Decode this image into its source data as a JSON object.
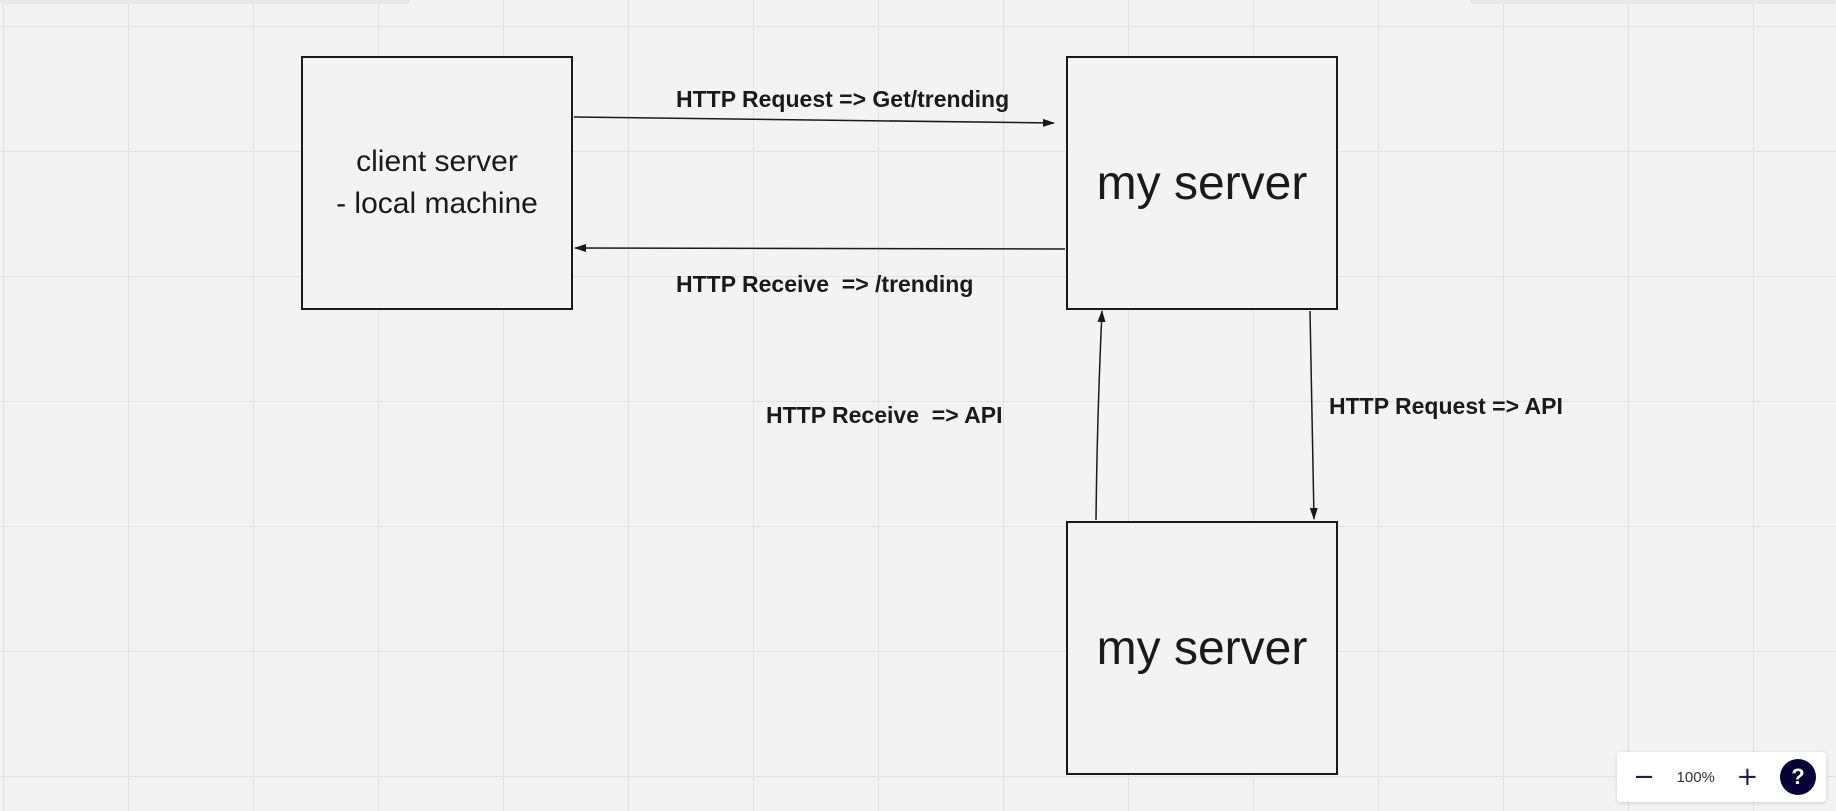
{
  "diagram": {
    "nodes": [
      {
        "id": "client",
        "lines": [
          "client server",
          "- local machine"
        ]
      },
      {
        "id": "server_top",
        "label": "my server"
      },
      {
        "id": "server_bottom",
        "label": "my server"
      }
    ],
    "edges": [
      {
        "from": "client",
        "to": "server_top",
        "label": "HTTP Request => Get/trending"
      },
      {
        "from": "server_top",
        "to": "client",
        "label": "HTTP Receive  => /trending"
      },
      {
        "from": "server_bottom",
        "to": "server_top",
        "label": "HTTP Receive  => API"
      },
      {
        "from": "server_top",
        "to": "server_bottom",
        "label": "HTTP Request => API"
      }
    ]
  },
  "toolbar": {
    "zoom_out_icon": "minus-icon",
    "zoom_level": "100%",
    "zoom_in_icon": "plus-icon",
    "help_icon": "question-mark-icon"
  }
}
